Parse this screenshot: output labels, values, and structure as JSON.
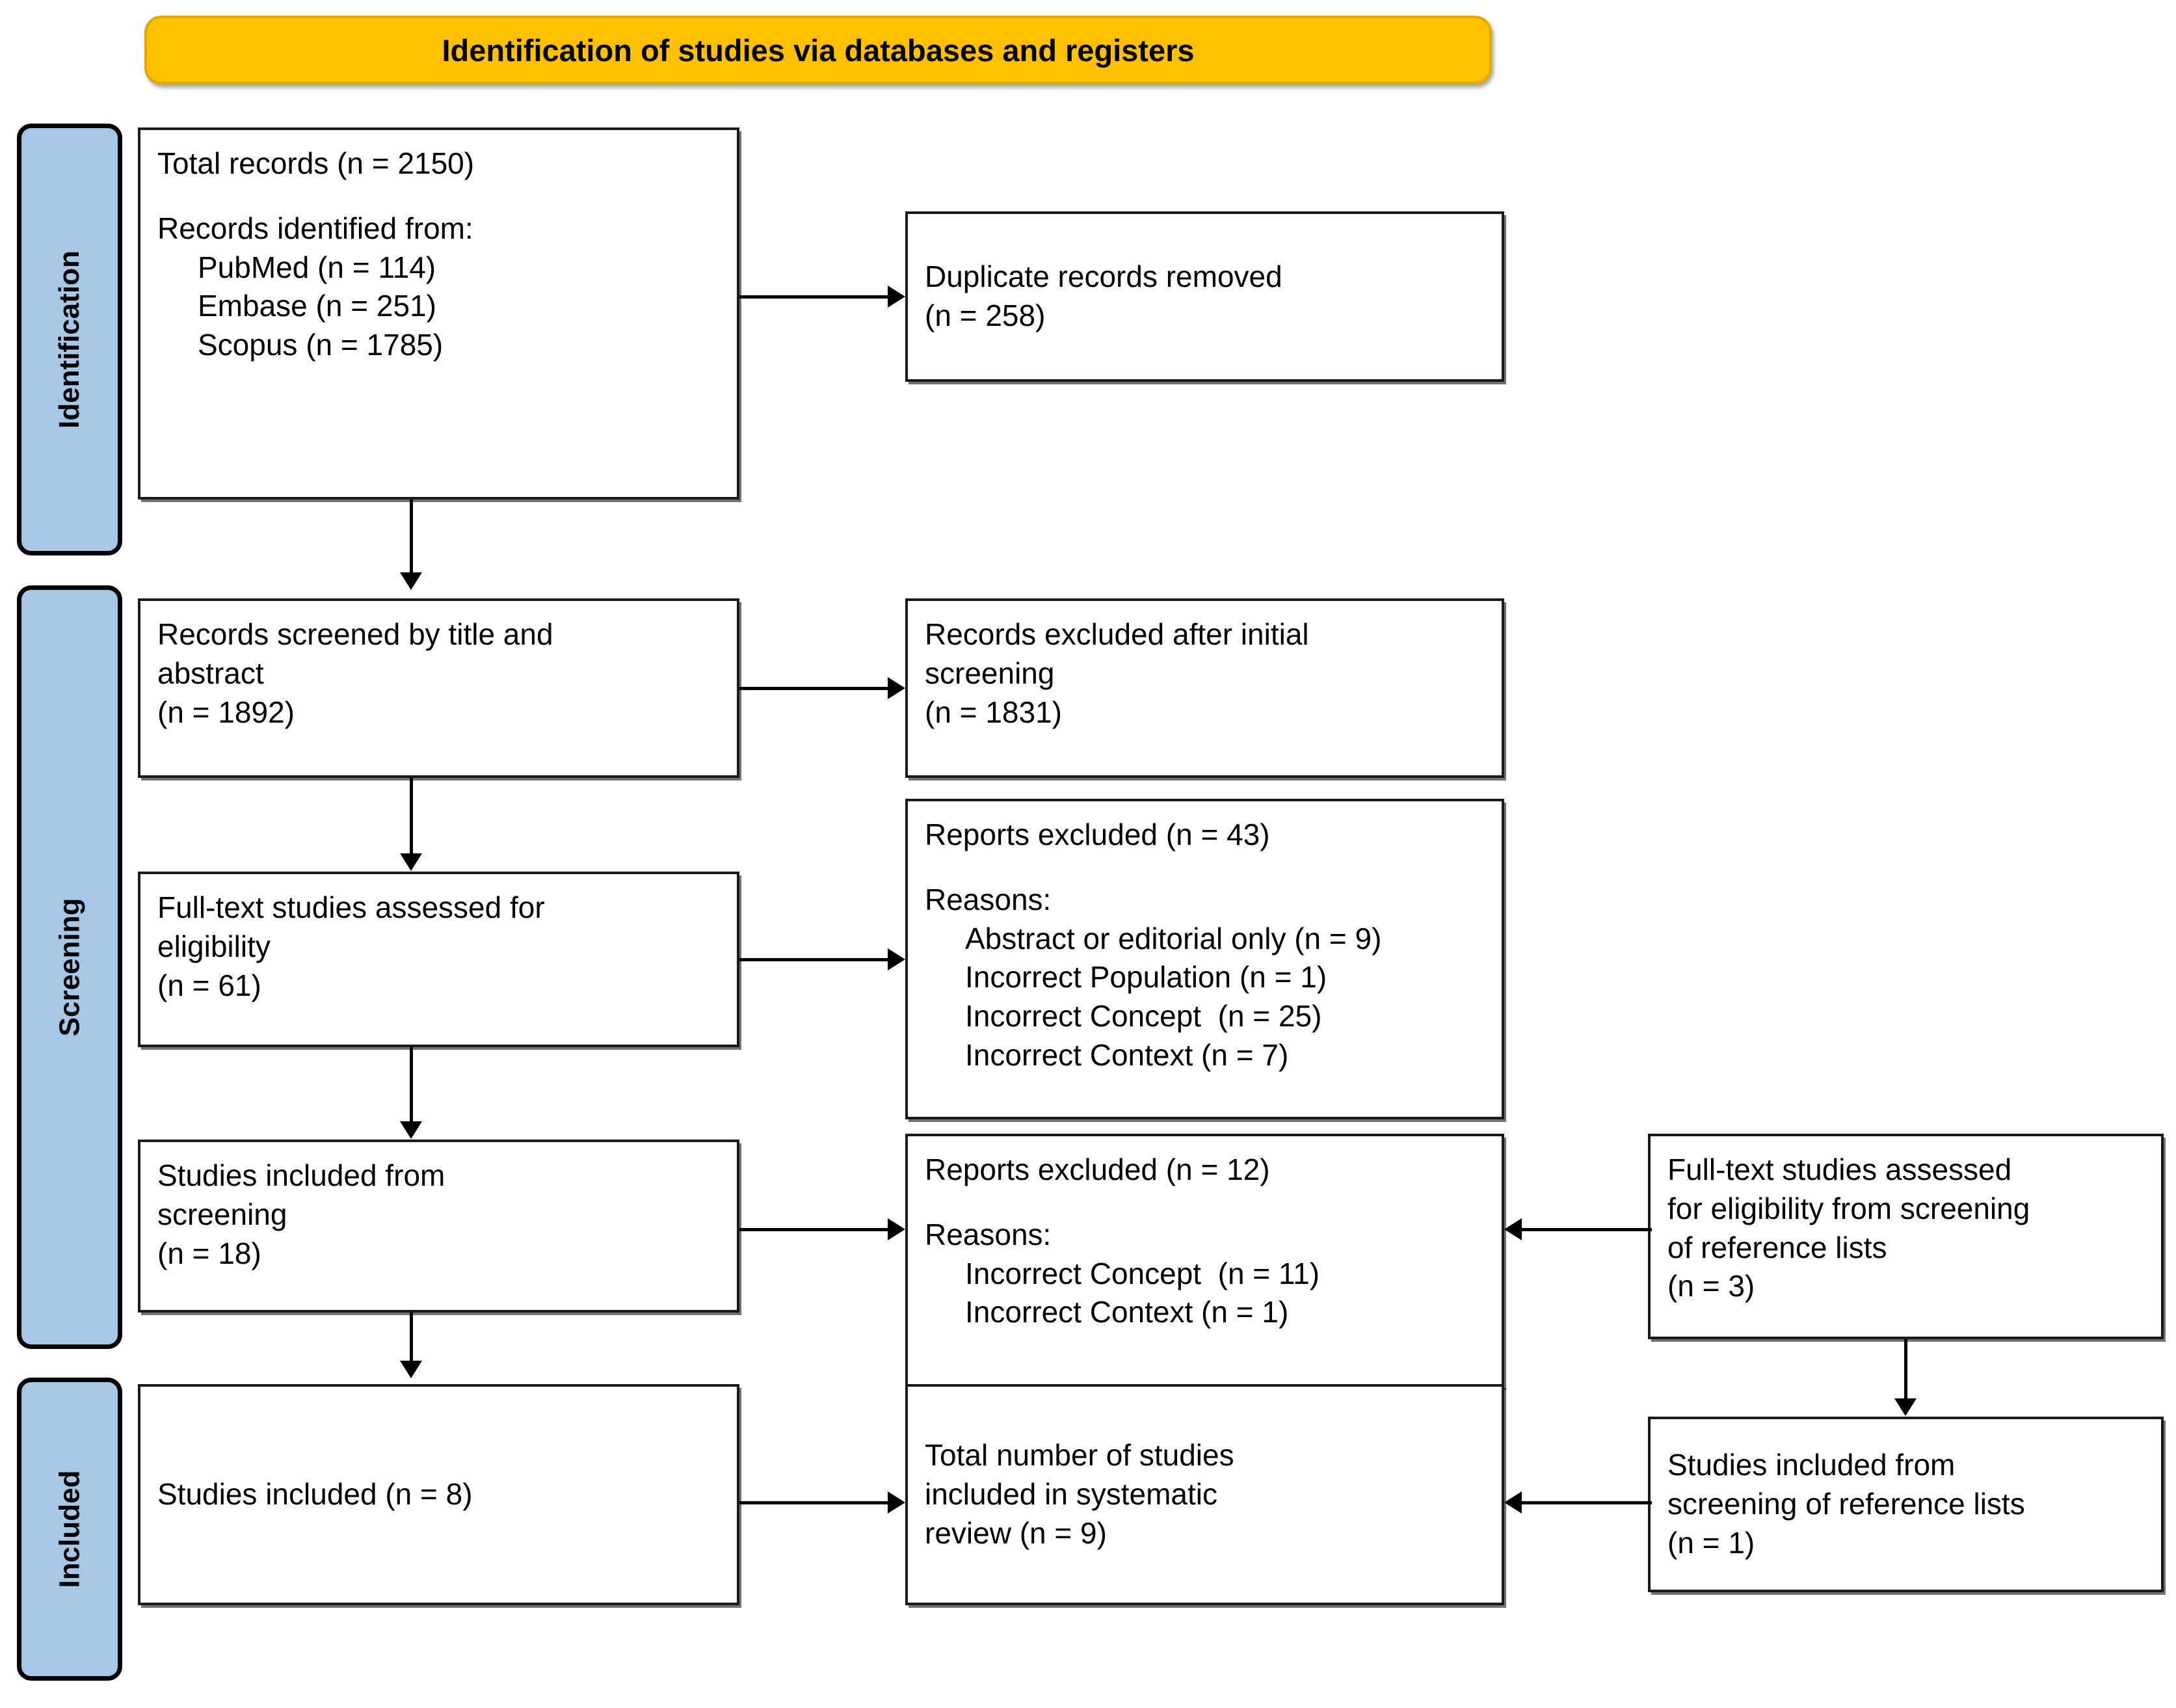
{
  "banner": {
    "title": "Identification of studies via databases and registers"
  },
  "stages": [
    {
      "label": "Identification"
    },
    {
      "label": "Screening"
    },
    {
      "label": "Included"
    }
  ],
  "boxes": {
    "total_records": {
      "line1": "Total records (n = 2150)",
      "line2": "Records identified from:",
      "line3": "PubMed (n = 114)",
      "line4": "Embase (n = 251)",
      "line5": "Scopus (n = 1785)"
    },
    "duplicates_removed": {
      "line1": "Duplicate records removed",
      "line2": "(n = 258)"
    },
    "records_screened": {
      "line1": "Records screened by title and",
      "line2": "abstract",
      "line3": "(n = 1892)"
    },
    "records_excluded": {
      "line1": "Records excluded after initial",
      "line2": "screening",
      "line3": "(n = 1831)"
    },
    "fulltext_assessed": {
      "line1": "Full-text studies assessed for",
      "line2": "eligibility",
      "line3": "(n = 61)"
    },
    "reports_excluded_43": {
      "line1": "Reports excluded (n = 43)",
      "line2": "Reasons:",
      "line3": "Abstract or editorial only (n = 9)",
      "line4": "Incorrect Population (n = 1)",
      "line5": "Incorrect Concept  (n = 25)",
      "line6": "Incorrect Context (n = 7)"
    },
    "studies_from_screening": {
      "line1": "Studies included from",
      "line2": "screening",
      "line3": "(n = 18)"
    },
    "reports_excluded_12": {
      "line1": "Reports excluded (n = 12)",
      "line2": "Reasons:",
      "line3": "Incorrect Concept  (n = 11)",
      "line4": "Incorrect Context (n = 1)"
    },
    "fulltext_reflists": {
      "line1": "Full-text studies assessed",
      "line2": "for eligibility from screening",
      "line3": "of reference lists",
      "line4": "(n = 3)"
    },
    "studies_included": {
      "line1": "Studies included (n = 8)"
    },
    "total_included": {
      "line1": "Total number of studies",
      "line2": "included in systematic",
      "line3": "review (n = 9)"
    },
    "included_reflists": {
      "line1": "Studies included from",
      "line2": "screening of reference lists",
      "line3": "(n = 1)"
    }
  },
  "colors": {
    "banner_fill": "#FFC000",
    "stage_fill": "#A7C7E7",
    "box_border": "#1a1a1a",
    "connector": "#000000"
  }
}
